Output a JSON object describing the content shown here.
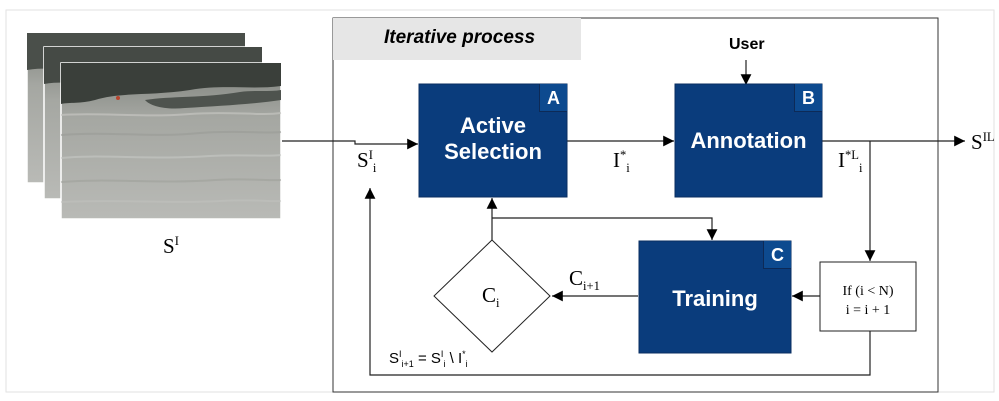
{
  "frame_title": "Iterative process",
  "input_label": {
    "base": "S",
    "sup": "I"
  },
  "output_label": {
    "base": "S",
    "sup": "IL"
  },
  "user_label": "User",
  "boxes": {
    "active_selection": {
      "letter": "A",
      "line1": "Active",
      "line2": "Selection"
    },
    "annotation": {
      "letter": "B",
      "title": "Annotation"
    },
    "training": {
      "letter": "C",
      "title": "Training"
    }
  },
  "edge_labels": {
    "si": {
      "base": "S",
      "sup": "I",
      "sub": "i"
    },
    "ii": {
      "base": "I",
      "sup": "*",
      "sub": "i"
    },
    "iil": {
      "base": "I",
      "sup": "*L",
      "sub": "i"
    },
    "ci1": {
      "base": "C",
      "sub": "i+1"
    },
    "ci": {
      "base": "C",
      "sub": "i"
    }
  },
  "condition": {
    "line1": "If (i < N)",
    "line2": "i = i + 1"
  },
  "update_eq": {
    "lhs_base": "S",
    "lhs_sup": "I",
    "lhs_sub": "i+1",
    "eq": " = ",
    "mid_base": "S",
    "mid_sup": "I",
    "mid_sub": "i",
    "op": " \\ ",
    "rhs_base": "I",
    "rhs_sup": "*",
    "rhs_sub": "i"
  },
  "colors": {
    "box_fill": "#0a3c7c",
    "corner_fill": "#0d4a8f",
    "frame_header": "#e6e6e6",
    "line": "#222222",
    "water_light": "#a9a9a4",
    "water_dark": "#8a8a85",
    "rock": "#3a3f3a"
  }
}
